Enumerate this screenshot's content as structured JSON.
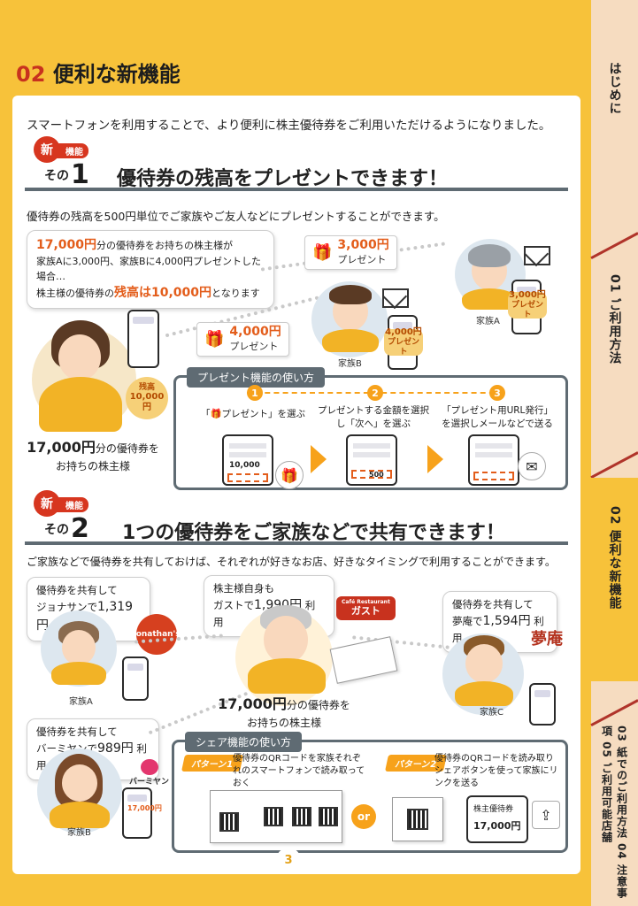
{
  "section_title": {
    "num": "02",
    "text": "便利な新機能"
  },
  "side_tabs": [
    {
      "label": "はじめに"
    },
    {
      "label": "01 ご利用方法"
    },
    {
      "label": "02 便利な新機能"
    },
    {
      "label": "03 紙でのご利用方法 04 注意事項 05 ご利用可能店舗"
    }
  ],
  "intro": "スマートフォンを利用することで、より便利に株主優待券をご利用いただけるようになりました。",
  "badge": {
    "new": "新",
    "kinou": "機能",
    "sono": "その"
  },
  "feature1": {
    "num": "1",
    "title": "優待券の残高をプレゼントできます！",
    "subtitle": "優待券の残高を500円単位でご家族やご友人などにプレゼントすることができます。",
    "bubble": {
      "line1_val": "17,000円",
      "line1_rest": "分の優待券をお持ちの株主様が",
      "line2": "家族Aに3,000円、家族Bに4,000円プレゼントした場合…",
      "line3_pre": "株主様の優待券の",
      "line3_hl": "残高は10,000円",
      "line3_post": "となります"
    },
    "gift_a": {
      "amount": "3,000円",
      "label": "プレゼント"
    },
    "gift_b": {
      "amount": "4,000円",
      "label": "プレゼント"
    },
    "tag_a": {
      "value": "3,000円",
      "label": "プレゼント"
    },
    "tag_b": {
      "value": "4,000円",
      "label": "プレゼント"
    },
    "tag_self": {
      "label": "残高",
      "value": "10,000円"
    },
    "family_a": "家族A",
    "family_b": "家族B",
    "holder": {
      "value": "17,000円",
      "rest": "分の優待券を",
      "line2": "お持ちの株主様"
    },
    "howto": {
      "label": "プレゼント機能の使い方",
      "steps": [
        {
          "num": "1",
          "text": "「🎁プレゼント」を選ぶ"
        },
        {
          "num": "2",
          "text": "プレゼントする金額を選択し「次へ」を選ぶ"
        },
        {
          "num": "3",
          "text": "「プレゼント用URL発行」を選択しメールなどで送る"
        }
      ],
      "screen1_value": "10,000",
      "screen2_value": "500"
    }
  },
  "feature2": {
    "num": "2",
    "title": "1つの優待券をご家族などで共有できます！",
    "subtitle": "ご家族などで優待券を共有しておけば、それぞれが好きなお店、好きなタイミングで利用することができます。",
    "bubble_a": {
      "line1": "優待券を共有して",
      "line2_pre": "ジョナサンで",
      "line2_val": "1,319円",
      "line2_post": " 利用"
    },
    "bubble_self": {
      "line1": "株主様自身も",
      "line2_pre": "ガストで",
      "line2_val": "1,990円",
      "line2_post": " 利用"
    },
    "bubble_c": {
      "line1": "優待券を共有して",
      "line2_pre": "夢庵で",
      "line2_val": "1,594円",
      "line2_post": " 利用"
    },
    "bubble_b": {
      "line1": "優待券を共有して",
      "line2_pre": "バーミヤンで",
      "line2_val": "989円",
      "line2_post": " 利用"
    },
    "family_a": "家族A",
    "family_b": "家族B",
    "family_c": "家族C",
    "holder": {
      "value": "17,000円",
      "rest": "分の優待券を",
      "line2": "お持ちの株主様"
    },
    "logos": {
      "gusto": "ガスト",
      "gusto_small": "Café Restaurant",
      "jonathan": "Jonathan's",
      "yumean": "夢庵",
      "bamiyan": "バーミヤン"
    },
    "phone_value": "17,000円",
    "howto": {
      "label": "シェア機能の使い方",
      "pattern1": {
        "label": "パターン1",
        "text": "優待券のQRコードを家族それぞれのスマートフォンで読み取っておく"
      },
      "or": "or",
      "pattern2": {
        "label": "パターン2",
        "text": "優待券のQRコードを読み取りシェアボタンを使って家族にリンクを送る"
      },
      "screen_title": "株主優待券",
      "screen_value": "17,000円"
    }
  },
  "page_number": "3"
}
